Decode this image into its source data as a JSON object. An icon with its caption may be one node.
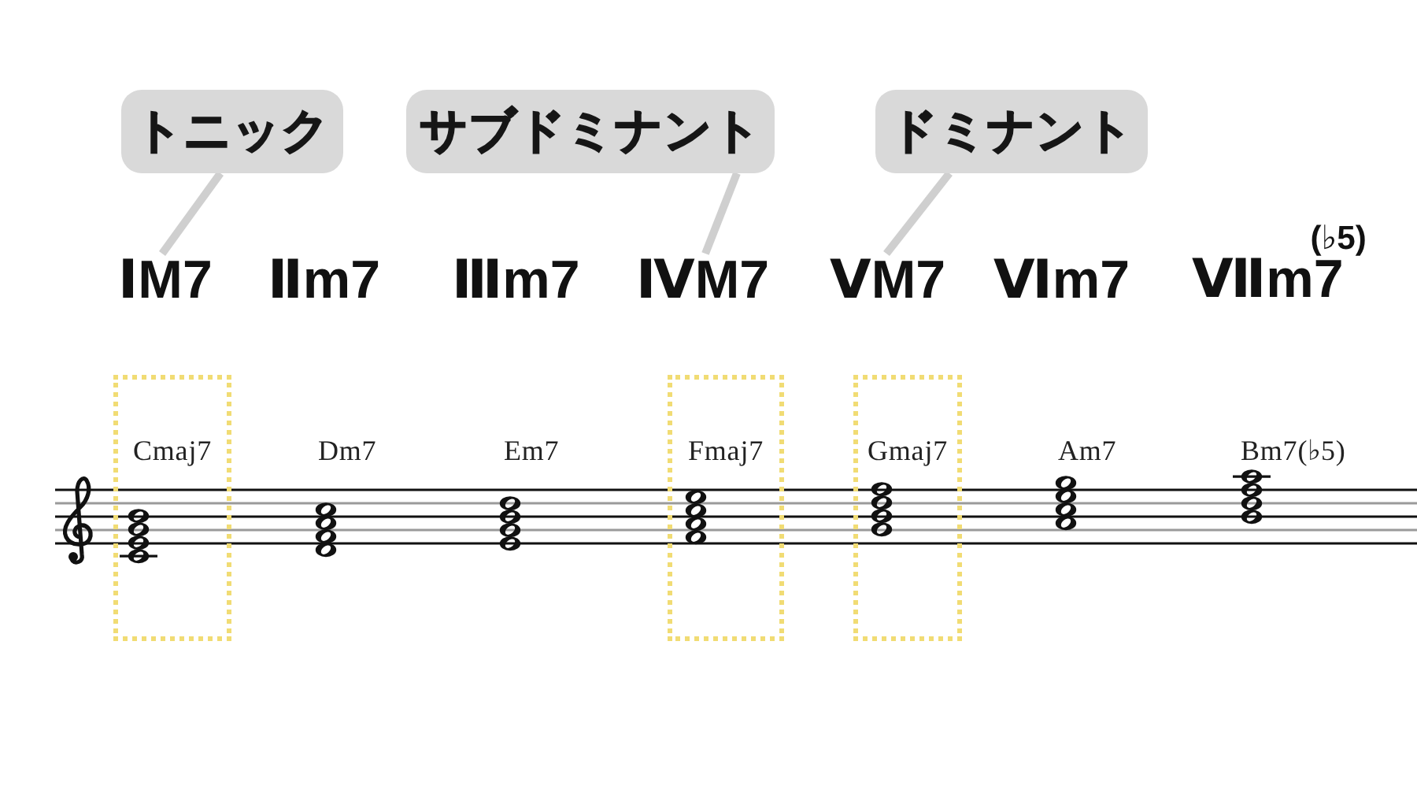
{
  "diagram": {
    "nodes": [
      {
        "text": [
          "トニック"
        ]
      },
      {
        "text": [
          "サブドミナント"
        ]
      },
      {
        "text": [
          "ドミナント"
        ]
      },
      {
        "text": [
          "ⅠM7"
        ]
      },
      {
        "text": [
          "ⅣM7"
        ]
      },
      {
        "text": [
          "ⅤM7"
        ]
      },
      {
        "text": [
          "Cmaj7"
        ]
      },
      {
        "text": [
          "Fmaj7"
        ]
      },
      {
        "text": [
          "Gmaj7"
        ]
      }
    ],
    "edges": [
      {
        "from": 0,
        "to": 3,
        "arrow": "none"
      },
      {
        "from": 1,
        "to": 4,
        "arrow": "none"
      },
      {
        "from": 2,
        "to": 5,
        "arrow": "none"
      }
    ],
    "labels": [
      "Ⅱm7",
      "Ⅲm7",
      "Ⅵm7",
      "Ⅶm7$^{(♭5)}$",
      "Dm7",
      "Em7",
      "Am7",
      "Bm7(♭5)"
    ]
  }
}
